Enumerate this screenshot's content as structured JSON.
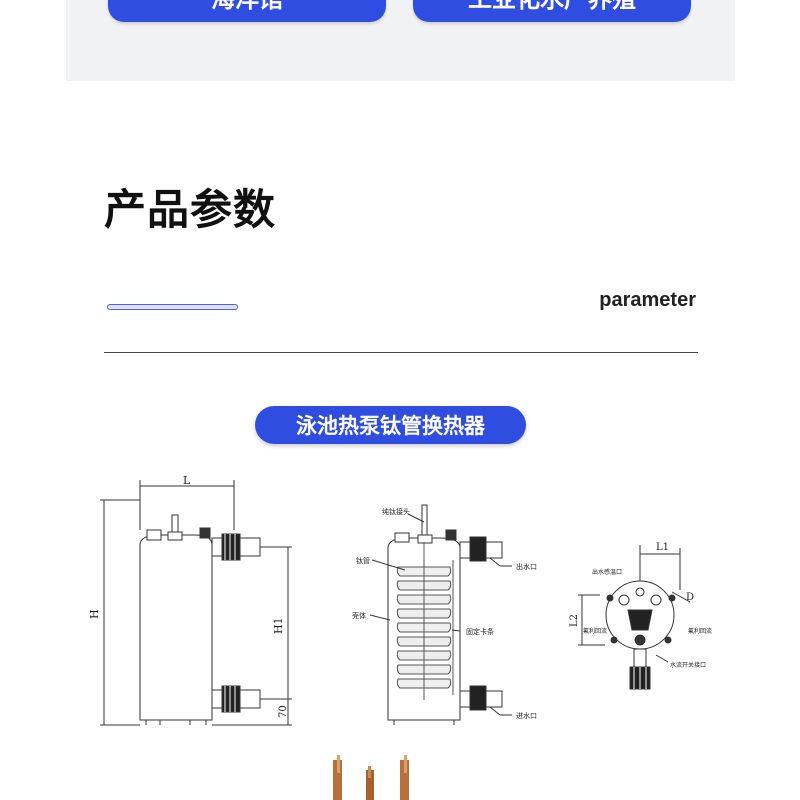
{
  "header": {
    "left_button_label": "海洋馆",
    "right_button_label": "工业化水产养殖"
  },
  "section": {
    "title": "产品参数",
    "subtitle": "parameter"
  },
  "caption": "泳池热泵钛管换热器",
  "drawing_left": {
    "dim_L": "L",
    "dim_H": "H",
    "dim_H1": "H1",
    "dim_70": "70"
  },
  "drawing_middle": {
    "label_top": "纯钛接头",
    "label_tube": "钛管",
    "label_shell": "壳体",
    "label_outlet": "出水口",
    "label_fix": "固定卡条",
    "label_inlet": "进水口"
  },
  "drawing_right": {
    "dim_L1": "L1",
    "dim_L2": "L2",
    "dim_D": "D",
    "label_sensor": "出水感温口",
    "label_left": "氟利回流",
    "label_right": "氟利回流",
    "label_switch": "水流开关接口"
  }
}
